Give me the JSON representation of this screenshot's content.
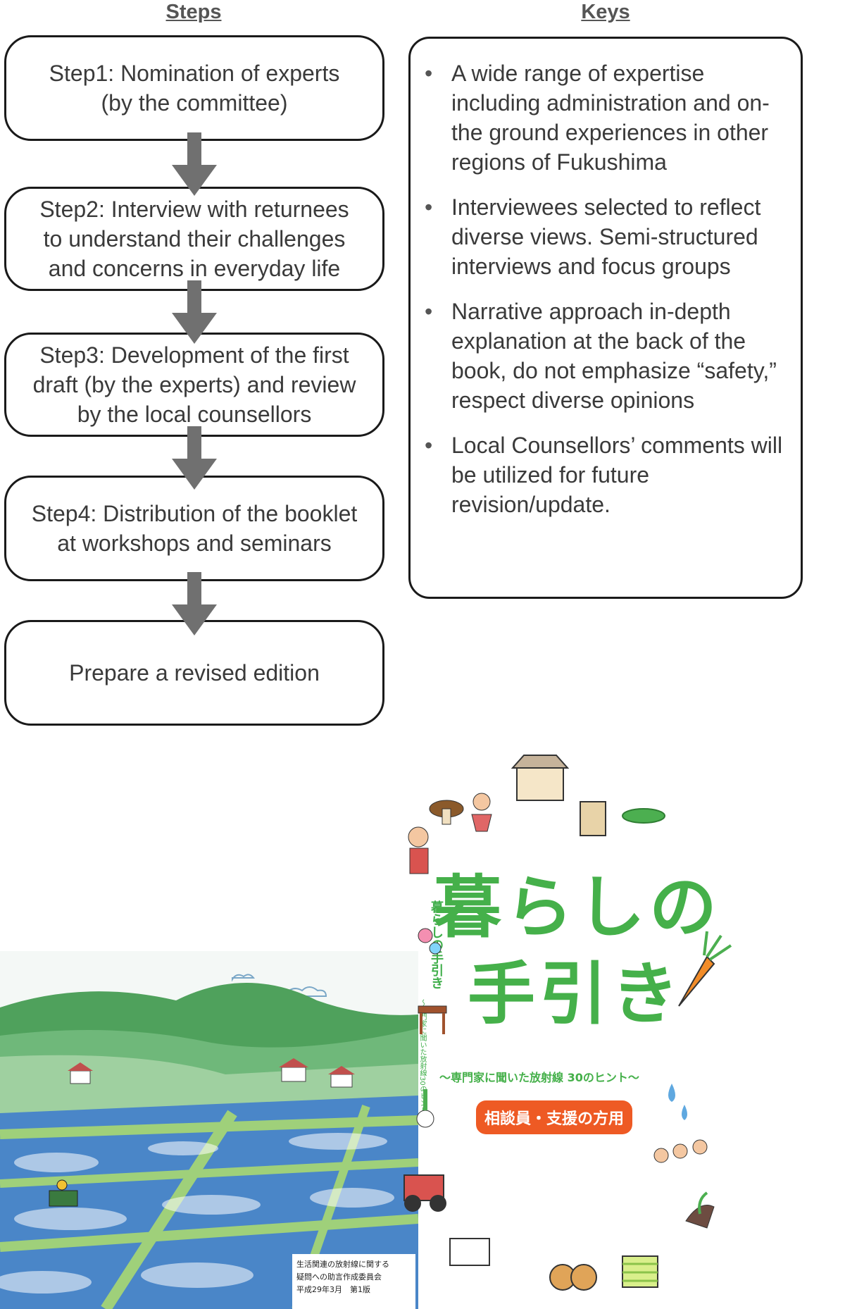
{
  "headings": {
    "steps": "Steps",
    "keys": "Keys"
  },
  "steps": [
    {
      "label": "Step1: Nomination of experts\n(by the committee)"
    },
    {
      "label": "Step2: Interview with returnees\nto understand their challenges\nand concerns in everyday life"
    },
    {
      "label": "Step3: Development of the first\ndraft (by the experts) and review\nby the local counsellors"
    },
    {
      "label": "Step4: Distribution of the booklet\nat workshops and seminars"
    },
    {
      "label": "Prepare a revised edition"
    }
  ],
  "keys": [
    {
      "text": "A wide range of expertise including administration and on-the ground experiences in other regions of Fukushima"
    },
    {
      "text": "Interviewees selected to reflect diverse views. Semi-structured interviews and focus groups"
    },
    {
      "text": "Narrative approach in-depth explanation at the back of the book, do not emphasize “safety,” respect diverse opinions"
    },
    {
      "text": "Local Counsellors’ comments will be utilized for future revision/update."
    }
  ],
  "bullet": "•",
  "booklet": {
    "title_line1": "暮らしの",
    "title_line2": "手引き",
    "subtitle": "〜専門家に聞いた放射線 30のヒント〜",
    "badge": "相談員・支援の方用",
    "spine_title": "暮らしの手引き",
    "spine_subtitle": "〜専門家に聞いた放射線30のヒント〜",
    "publisher_line1": "生活関連の放射線に関する",
    "publisher_line2": "疑問への助言作成委員会",
    "edition": "平成29年3月　第1版"
  },
  "colors": {
    "arrow": "#707070",
    "title_green": "#45b04a",
    "badge_orange": "#ee5a24",
    "field_blue": "#4a86c8",
    "hill_green": "#4fa15c"
  }
}
